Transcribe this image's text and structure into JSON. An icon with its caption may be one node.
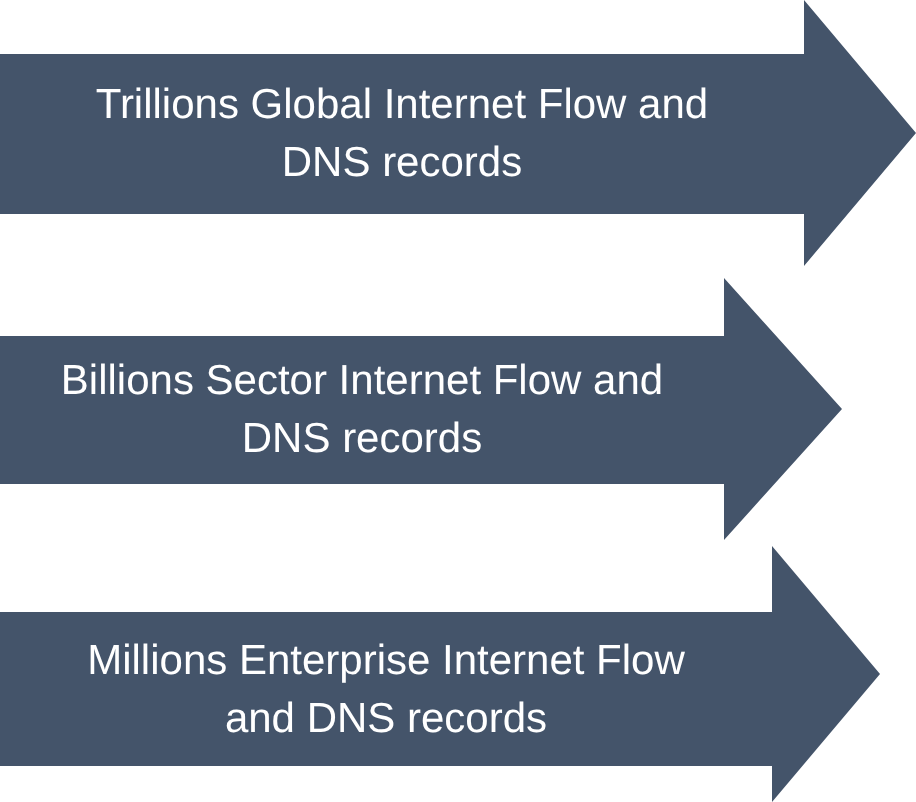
{
  "diagram": {
    "nodes": [
      {
        "text": [
          "Trillions Global Internet Flow and DNS records"
        ]
      },
      {
        "text": [
          "Billions Sector Internet Flow and DNS records"
        ]
      },
      {
        "text": [
          "Millions Enterprise Internet Flow and DNS records"
        ]
      }
    ]
  }
}
